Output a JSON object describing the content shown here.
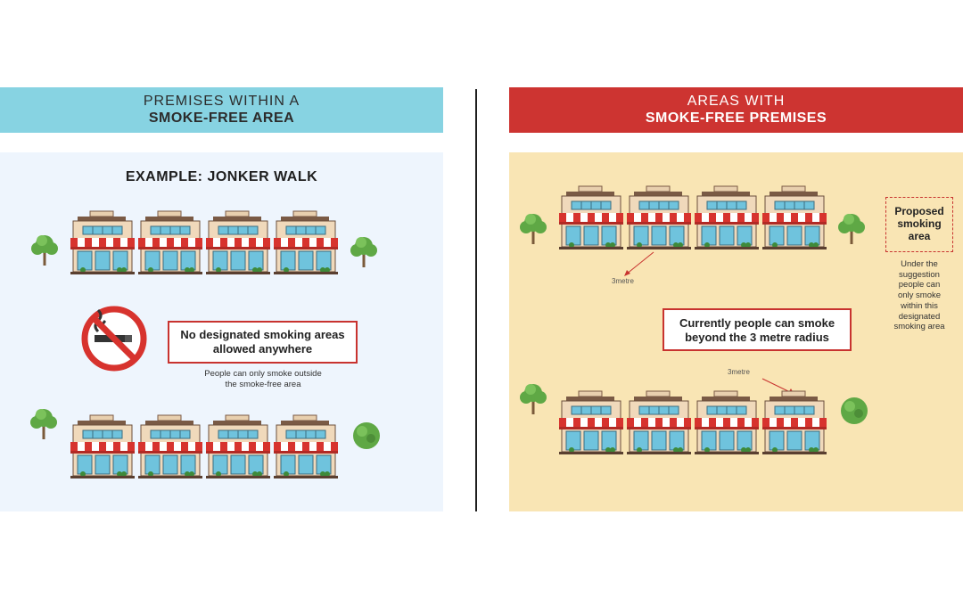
{
  "left": {
    "header_line1": "PREMISES WITHIN A",
    "header_line2": "SMOKE-FREE AREA",
    "example_title": "EXAMPLE: JONKER WALK",
    "notice": "No designated smoking areas allowed anywhere",
    "note_line1": "People can only smoke outside",
    "note_line2": "the smoke-free area"
  },
  "right": {
    "header_line1": "AREAS WITH",
    "header_line2": "SMOKE-FREE PREMISES",
    "proposed_line1": "Proposed",
    "proposed_line2": "smoking",
    "proposed_line3": "area",
    "suggestion_lines": [
      "Under the",
      "suggestion",
      "people can",
      "only smoke",
      "within this",
      "designated",
      "smoking area"
    ],
    "current_line1": "Currently people can smoke",
    "current_line2": "beyond the 3 metre radius",
    "metre_label_top": "3metre",
    "metre_label_bottom": "3metre"
  },
  "icons": {
    "no_smoking": "no-smoking-icon",
    "shop": "shopfront-icon",
    "tree": "tree-icon",
    "bush": "bush-icon"
  },
  "colors": {
    "left_header": "#87d3e2",
    "right_header": "#cd3431",
    "left_panel": "#eef5fd",
    "right_panel": "#f9e5b4",
    "accent_red": "#c8332f"
  }
}
